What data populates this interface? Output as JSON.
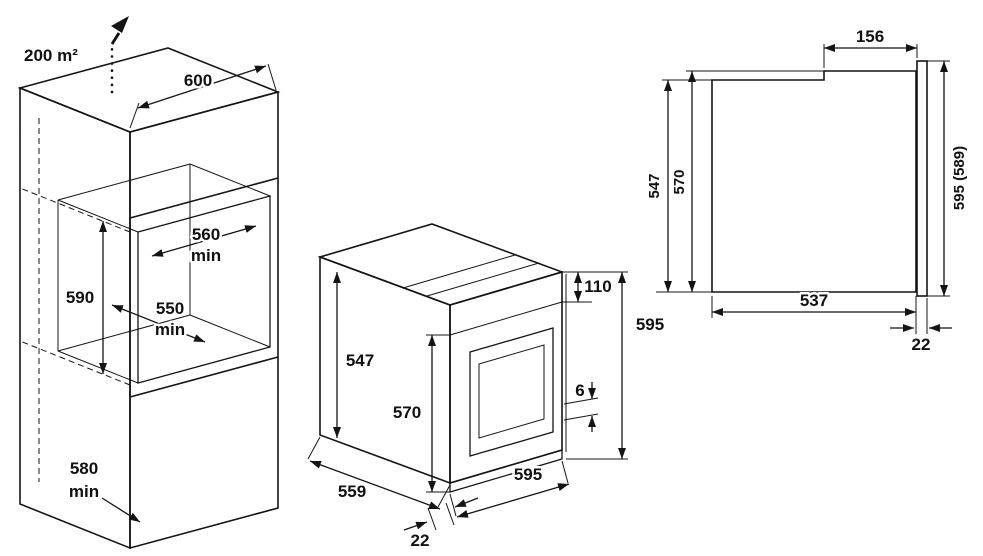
{
  "page": {
    "background": "#ffffff",
    "line_color": "#141414"
  },
  "cabinet_view": {
    "ventilation_area": "200 m²",
    "dim_width_top": "600",
    "dim_niche_width": "560",
    "dim_niche_width_min": "min",
    "dim_niche_height": "590",
    "dim_niche_depth": "550",
    "dim_niche_depth_min": "min",
    "dim_cabinet_depth": "580",
    "dim_cabinet_depth_min": "min"
  },
  "oven_view": {
    "dim_panel_height": "110",
    "dim_total_height": "595",
    "dim_body_height": "547",
    "dim_door_height": "570",
    "dim_side_gap": "6",
    "dim_depth": "559",
    "dim_width": "595",
    "dim_door_protrusion": "22"
  },
  "side_view": {
    "dim_top_recess": "156",
    "dim_body_height": "547",
    "dim_door_height": "570",
    "dim_front_height": "595 (589)",
    "dim_body_depth": "537",
    "dim_door_thickness": "22"
  }
}
